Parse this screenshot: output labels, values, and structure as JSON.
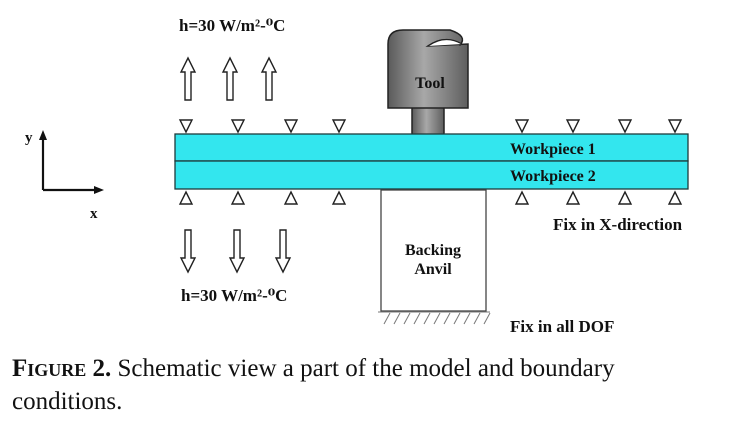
{
  "top_heat_label": "h=30 W/m²-⁰C",
  "bottom_heat_label": "h=30 W/m²-⁰C",
  "axis_y": "y",
  "axis_x": "x",
  "tool_label": "Tool",
  "workpiece1_label": "Workpiece 1",
  "workpiece2_label": "Workpiece 2",
  "anvil_label_line1": "Backing",
  "anvil_label_line2": "Anvil",
  "fix_x_label": "Fix in X-direction",
  "fix_all_label": "Fix in all DOF",
  "caption_label": "Figure 2.",
  "caption_text": " Schematic view a part of the model and boundary conditions.",
  "colors": {
    "workpiece": "#33e6ee",
    "tool": "#7b7b7b",
    "line": "#222222"
  }
}
